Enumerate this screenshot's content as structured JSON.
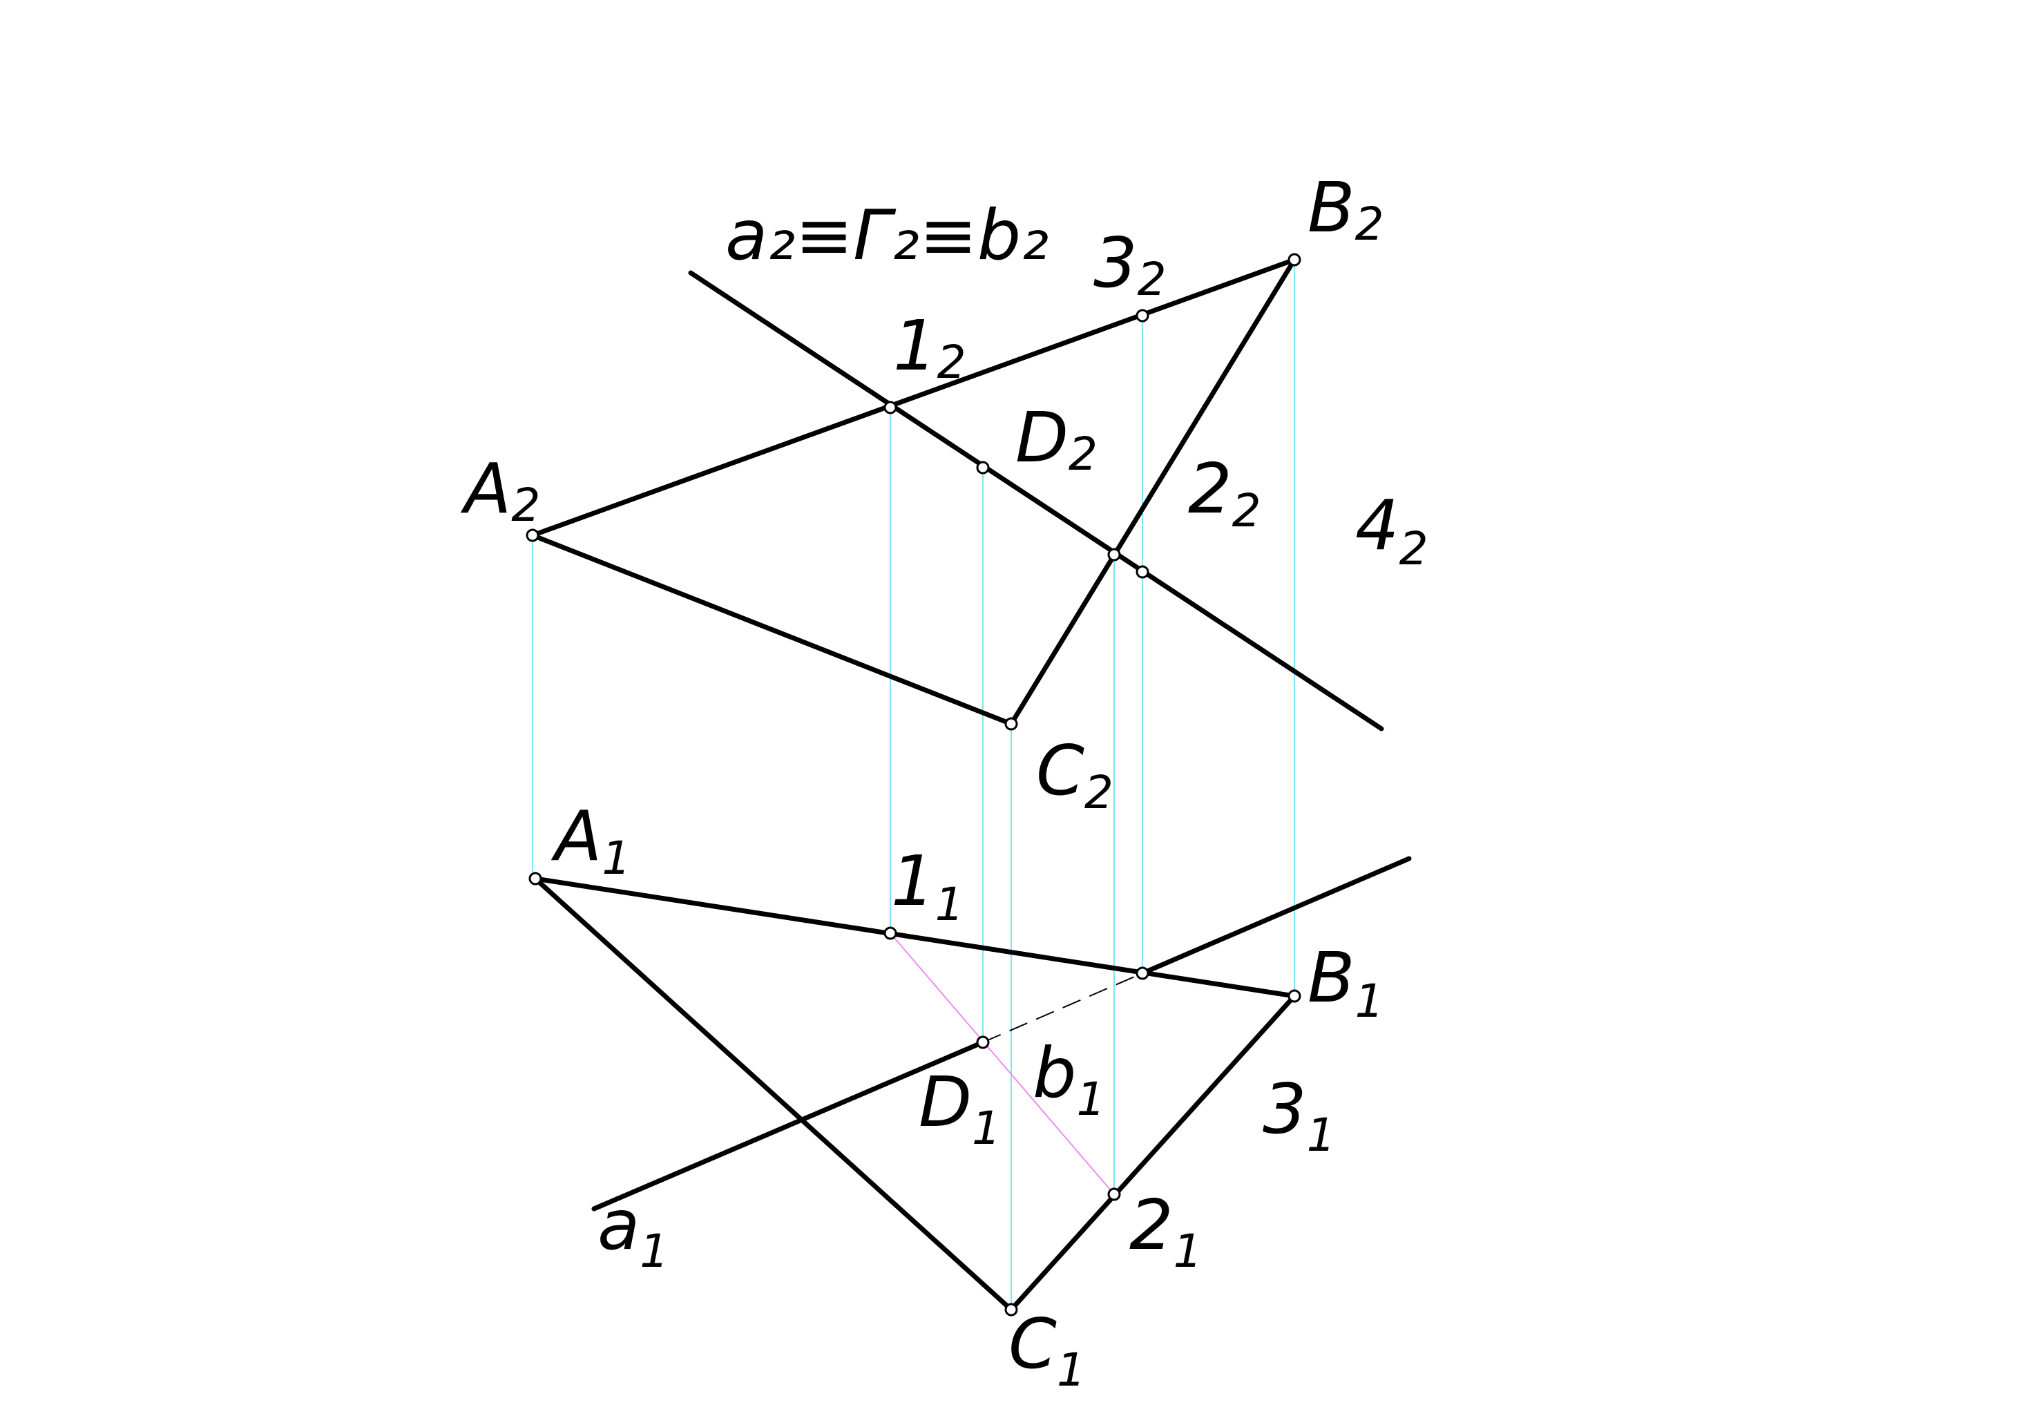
{
  "colors": {
    "line": "#000000",
    "projection_line": "#7fe6f0",
    "construction_line": "#f08cf0",
    "background": "#ffffff"
  },
  "title": {
    "text": "a₂≡Γ₂≡b₂"
  },
  "labels": {
    "A2": {
      "main": "A",
      "sub": "2"
    },
    "B2": {
      "main": "B",
      "sub": "2"
    },
    "C2": {
      "main": "C",
      "sub": "2"
    },
    "D2": {
      "main": "D",
      "sub": "2"
    },
    "p1_2": {
      "main": "1",
      "sub": "2"
    },
    "p2_2": {
      "main": "2",
      "sub": "2"
    },
    "p3_2": {
      "main": "3",
      "sub": "2"
    },
    "p4_2": {
      "main": "4",
      "sub": "2"
    },
    "A1": {
      "main": "A",
      "sub": "1"
    },
    "B1": {
      "main": "B",
      "sub": "1"
    },
    "C1": {
      "main": "C",
      "sub": "1"
    },
    "D1": {
      "main": "D",
      "sub": "1"
    },
    "p1_1": {
      "main": "1",
      "sub": "1"
    },
    "p2_1": {
      "main": "2",
      "sub": "1"
    },
    "p3_1": {
      "main": "3",
      "sub": "1"
    },
    "a1": {
      "main": "a",
      "sub": "1"
    },
    "b1": {
      "main": "b",
      "sub": "1"
    }
  }
}
